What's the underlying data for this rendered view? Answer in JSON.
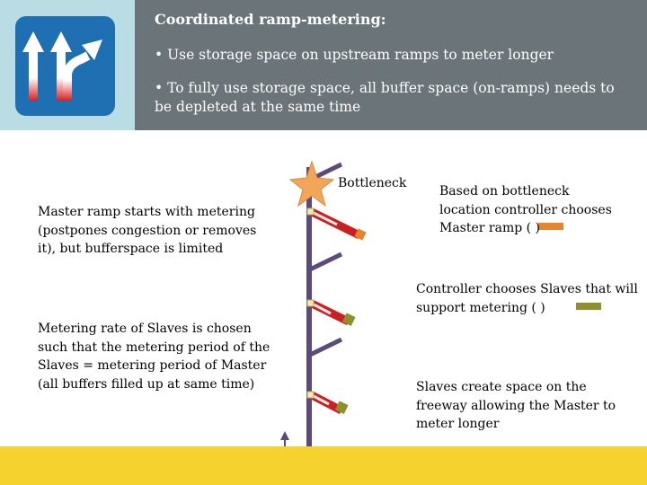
{
  "header": {
    "title": "Coordinated ramp-metering:",
    "bullet_1": "• Use storage space on upstream ramps to meter longer",
    "bullet_2": "• To fully use storage space, all buffer space (on-ramps) needs to be depleted at the same time"
  },
  "labels": {
    "master_ramp": "Master ramp starts with metering (postpones congestion or removes it), but bufferspace is limited",
    "slaves_rate": "Metering rate of Slaves is chosen such that the metering period of the Slaves = metering period of Master (all buffers filled up at same time)",
    "bottleneck": "Bottleneck",
    "based_on": "Based on bottleneck location controller chooses Master ramp ( )",
    "controller_chooses": "Controller chooses Slaves that will support metering ( )",
    "slaves_create": "Slaves create space on the freeway allowing the Master to meter longer"
  },
  "colors": {
    "header_bg": "#6b7479",
    "logo_bg": "#b9dce5",
    "sign_blue": "#1f6fb3",
    "road": "#5b4a7a",
    "master_color": "#e8842c",
    "slave_color": "#8f8f2c",
    "queue_red": "#cc1f1f",
    "bottleneck_star": "#f2a65a",
    "footer_bg": "#f6d22f"
  },
  "icons": {
    "logo": "lane-arrows-sign-icon",
    "bottleneck": "star-icon",
    "traffic_direction": "arrow-up-icon"
  }
}
